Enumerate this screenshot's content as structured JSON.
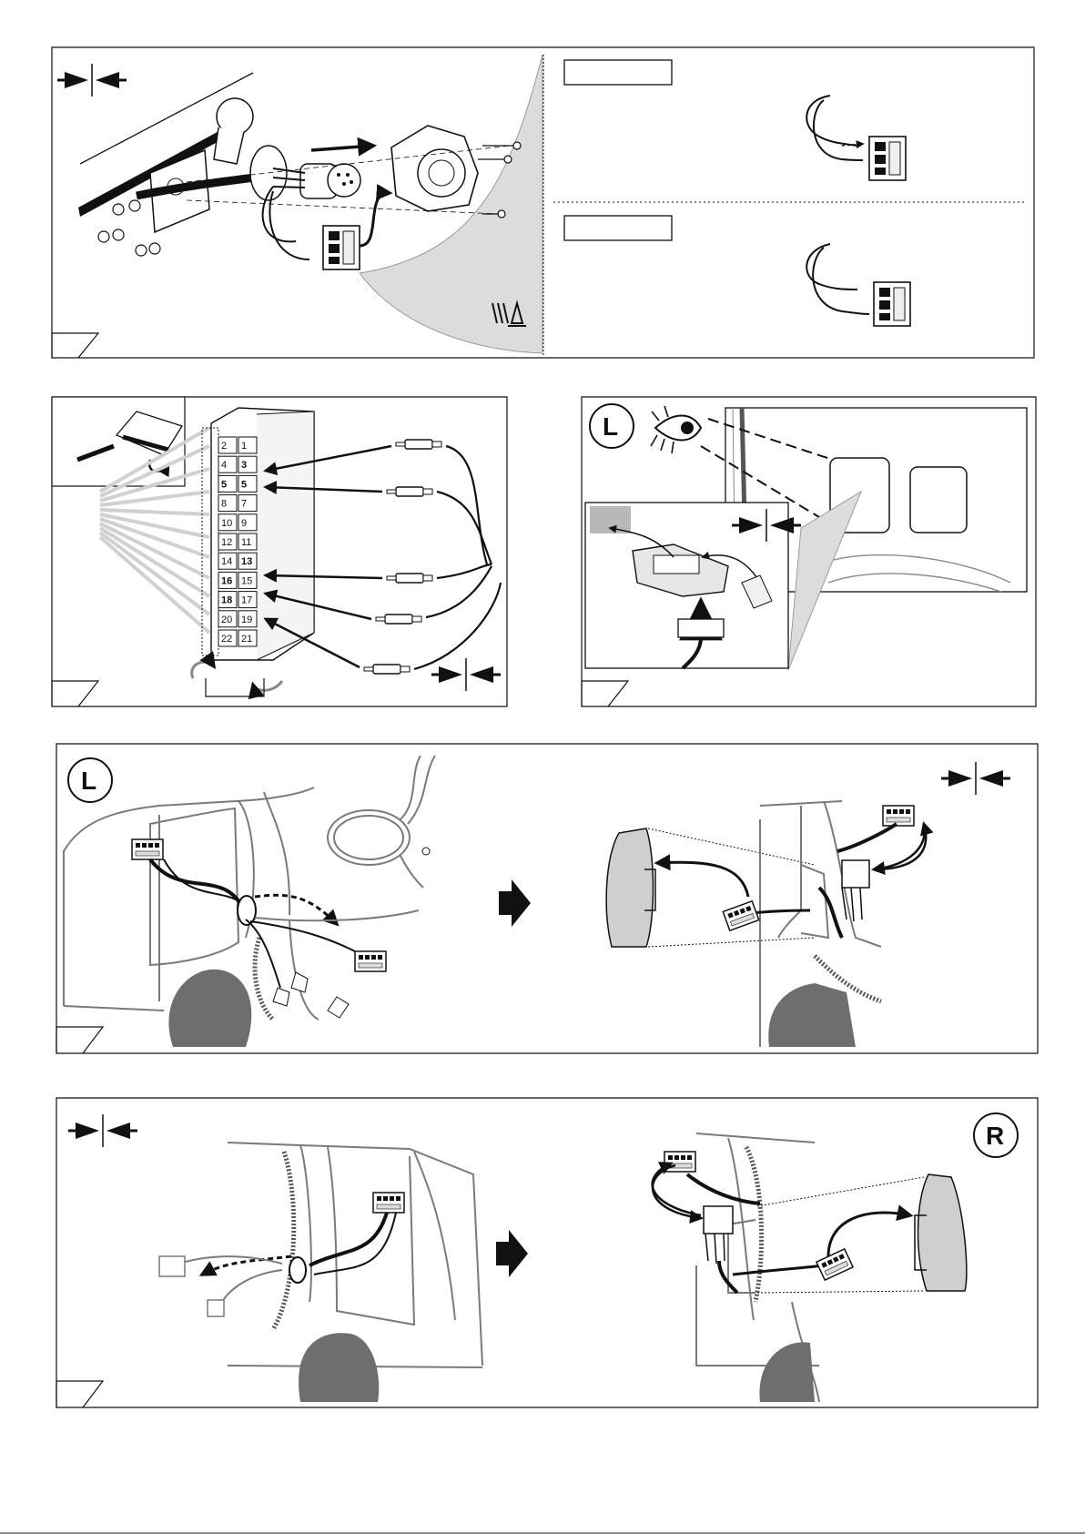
{
  "pin_block": {
    "pins_left": [
      "2",
      "4",
      "5",
      "8",
      "10",
      "12",
      "14",
      "16",
      "18",
      "20",
      "22"
    ],
    "pins_right": [
      "1",
      "3",
      "5",
      "7",
      "9",
      "11",
      "13",
      "15",
      "17",
      "19",
      "21"
    ],
    "highlighted": [
      "3",
      "5",
      "13",
      "16",
      "18"
    ]
  },
  "side_markers": {
    "panel3": "L",
    "panel4": "L",
    "panel5": "R"
  },
  "colors": {
    "line": "#111111",
    "gray_wire": "#d0d0d0",
    "shade": "#dcdcdc",
    "car_line": "#7a7a7a",
    "tyre": "#6e6e6e"
  },
  "icons": [
    "join-arrows-icon",
    "next-step-arrow-icon",
    "eye-icon",
    "rotate-arrow-icon",
    "warning-marking-icon"
  ]
}
